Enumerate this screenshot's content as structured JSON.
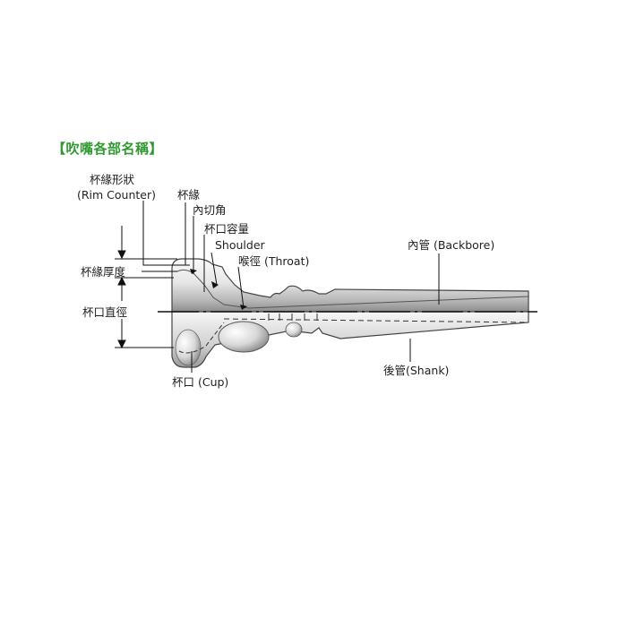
{
  "title": "【吹嘴各部名稱】",
  "labels": {
    "rim_shape_zh": "杯緣形狀",
    "rim_shape_en": "(Rim Counter)",
    "rim": "杯緣",
    "inner_edge": "內切角",
    "cup_volume": "杯口容量",
    "shoulder": "Shoulder",
    "throat": "喉徑 (Throat)",
    "backbore": "內管 (Backbore)",
    "rim_thickness": "杯緣厚度",
    "cup_diameter": "杯口直徑",
    "cup": "杯口 (Cup)",
    "shank": "後管(Shank)"
  },
  "colors": {
    "title": "#2f9a2f",
    "metal_light": "#f2f2f2",
    "metal_dark": "#9a9a9a",
    "outline": "#444444"
  }
}
